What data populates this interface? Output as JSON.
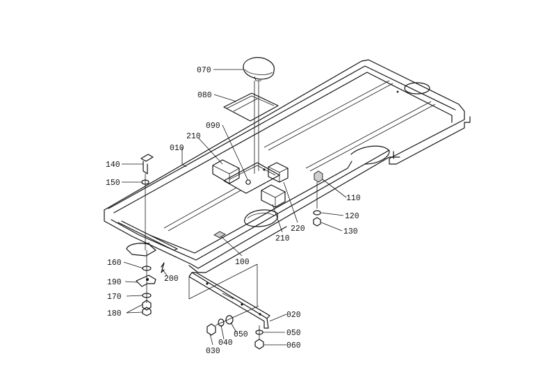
{
  "labels": {
    "p010": "010",
    "p020": "020",
    "p030": "030",
    "p040": "040",
    "p050a": "050",
    "p050b": "050",
    "p060": "060",
    "p070": "070",
    "p080": "080",
    "p090": "090",
    "p100": "100",
    "p110": "110",
    "p120": "120",
    "p130": "130",
    "p140": "140",
    "p150": "150",
    "p160": "160",
    "p170": "170",
    "p180": "180",
    "p190": "190",
    "p200": "200",
    "p210a": "210",
    "p210b": "210",
    "p220": "220"
  }
}
